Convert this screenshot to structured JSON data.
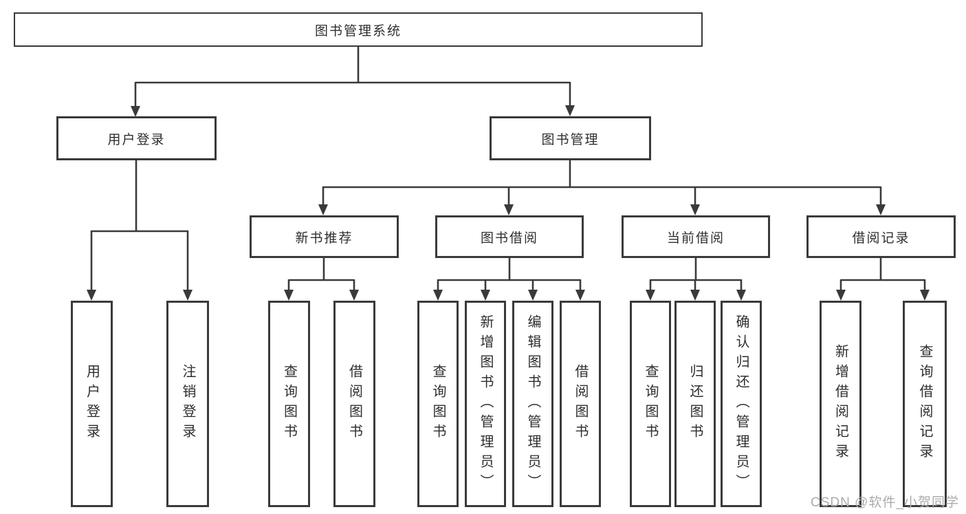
{
  "diagram": {
    "root": "图书管理系统",
    "login_branch": {
      "label": "用户登录",
      "children": [
        "用户登录",
        "注销登录"
      ]
    },
    "mgmt_branch": {
      "label": "图书管理",
      "groups": [
        {
          "label": "新书推荐",
          "children": [
            "查询图书",
            "借阅图书"
          ]
        },
        {
          "label": "图书借阅",
          "children": [
            "查询图书",
            "新增图书（管理员）",
            "编辑图书（管理员）",
            "借阅图书"
          ]
        },
        {
          "label": "当前借阅",
          "children": [
            "查询图书",
            "归还图书",
            "确认归还（管理员）"
          ]
        },
        {
          "label": "借阅记录",
          "children": [
            "新增借阅记录",
            "查询借阅记录"
          ]
        }
      ]
    }
  },
  "watermark": "CSDN @软件_小贺同学",
  "colors": {
    "line": "#3a3a3a",
    "box_border": "#3a3a3a",
    "box_fill": "#ffffff",
    "text": "#2e2e2e",
    "watermark": "#ababab",
    "background": "#ffffff"
  }
}
